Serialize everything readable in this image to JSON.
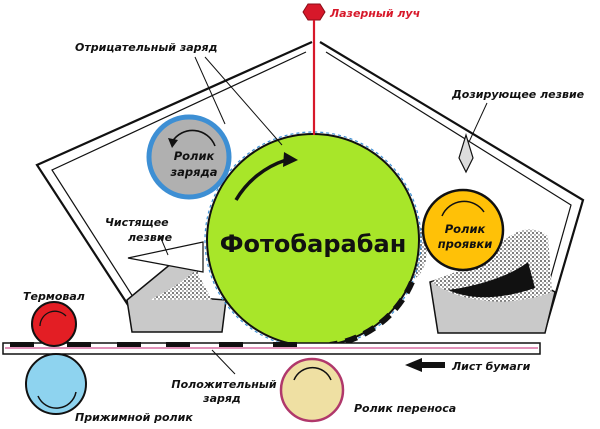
{
  "labels": {
    "laser": "Лазерный луч",
    "negative_charge": "Отрицательный заряд",
    "dosing_blade": "Дозирующее лезвие",
    "charge_roller_1": "Ролик",
    "charge_roller_2": "заряда",
    "drum": "Фотобарабан",
    "dev_roller_1": "Ролик",
    "dev_roller_2": "проявки",
    "cleaning_blade_1": "Чистящее",
    "cleaning_blade_2": "лезвие",
    "fuser": "Термовал",
    "paper": "Лист бумаги",
    "positive_charge_1": "Положительный",
    "positive_charge_2": "заряд",
    "pressure_roller": "Прижимной ролик",
    "transfer_roller": "Ролик переноса"
  },
  "colors": {
    "drum": "#a8e629",
    "charge_roller": "#b0b0b0",
    "charge_roller_ring": "#3d8fd4",
    "dev_roller": "#ffc107",
    "fuser": "#e31e24",
    "pressure_roller": "#8ed3ef",
    "transfer_roller": "#efe0a3",
    "transfer_ring": "#b0386b",
    "laser": "#d7182a",
    "housing_fill": "#c9c9c9"
  },
  "icons": [
    "laser-emitter-icon",
    "rotation-arrow-icon",
    "paper-direction-arrow-icon"
  ]
}
